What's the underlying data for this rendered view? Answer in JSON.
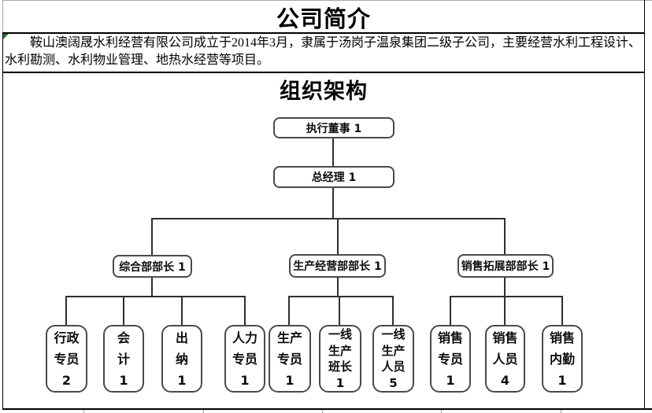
{
  "document": {
    "company_intro_title": "公司简介",
    "company_intro_text": "　　鞍山澳阔晟水利经营有限公司成立于2014年3月，隶属于汤岗子温泉集团二级子公司，主要经营水利工程设计、水利勘测、水利物业管理、地热水经营等项目。",
    "org_structure_title": "组织架构"
  },
  "org_chart": {
    "type": "org-tree",
    "line_color": "#2f2f2f",
    "border_color": "#4a4a4a",
    "error_triangle_color": "#217a36",
    "root": {
      "label": "执行董事 1"
    },
    "general_manager": {
      "label": "总经理 1"
    },
    "departments": [
      {
        "head": {
          "label": "综合部部长 1"
        },
        "staff": [
          {
            "label": "行政\n专员\n2"
          },
          {
            "label": "会\n计\n1"
          },
          {
            "label": "出\n纳\n1"
          },
          {
            "label": "人力\n专员\n1"
          }
        ]
      },
      {
        "head": {
          "label": "生产经营部部长 1"
        },
        "staff": [
          {
            "label": "生产\n专员\n1"
          },
          {
            "label": "一线\n生产\n班长\n1"
          },
          {
            "label": "一线\n生产\n人员\n5"
          }
        ]
      },
      {
        "head": {
          "label": "销售拓展部部长 1"
        },
        "staff": [
          {
            "label": "销售\n专员\n1"
          },
          {
            "label": "销售\n人员\n4"
          },
          {
            "label": "销售\n内勤\n1"
          }
        ]
      }
    ]
  }
}
